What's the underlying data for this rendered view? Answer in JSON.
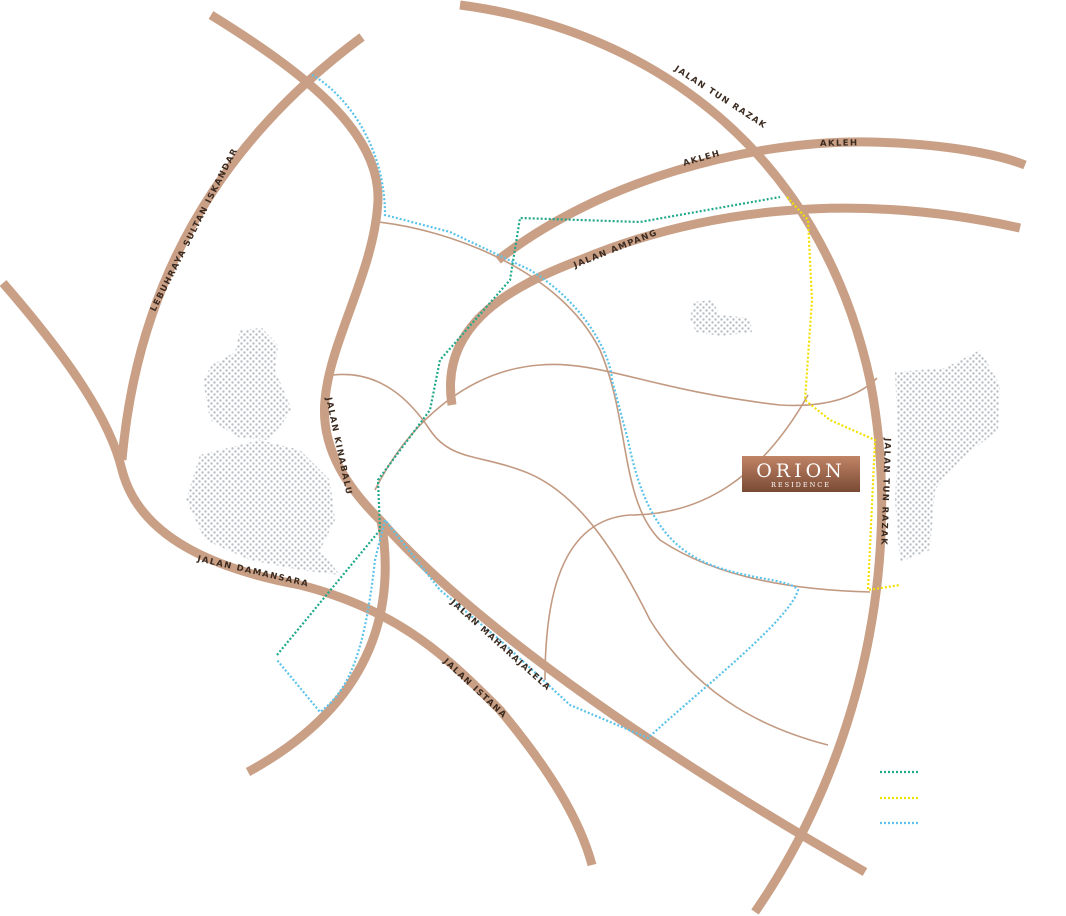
{
  "map": {
    "roads": {
      "tun_razak_north": "JALAN TUN RAZAK",
      "akleh_1": "AKLEH",
      "akleh_2": "AKLEH",
      "ampang": "JALAN AMPANG",
      "sultan_iskandar": "LEBUHRAYA SULTAN ISKANDAR",
      "kinabalu": "JALAN KINABALU",
      "tun_razak_east": "JALAN TUN RAZAK",
      "damansara": "JALAN DAMANSARA",
      "maharajalela": "JALAN MAHARAJALELA",
      "istana": "JALAN ISTANA"
    },
    "logo": {
      "name": "ORION",
      "subtitle": "RESIDENCE"
    },
    "colors": {
      "road": "#c9a086",
      "route_green": "#1fa88a",
      "route_yellow": "#f2e000",
      "route_blue": "#5cc3ea",
      "park": "#b8bec4"
    }
  }
}
